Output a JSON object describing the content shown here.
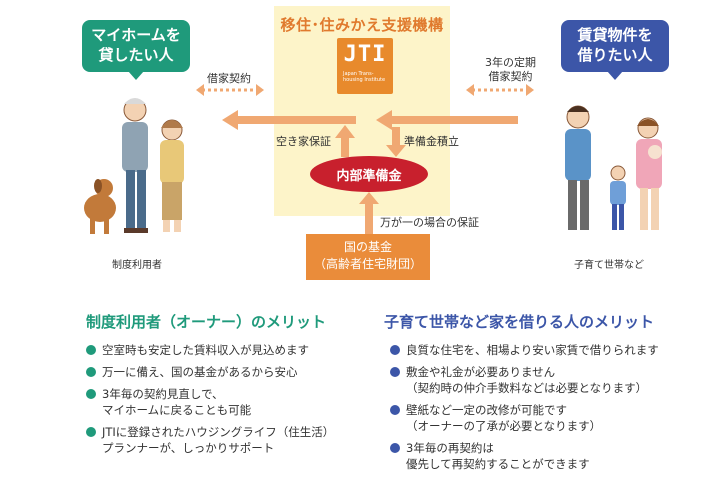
{
  "center": {
    "title": "移住･住みかえ支援機構",
    "logo_text": "JTI",
    "logo_subtext": "Japan Trans-housing Institute",
    "reserve_label": "内部準備金",
    "fund_line1": "国の基金",
    "fund_line2": "（高齢者住宅財団）"
  },
  "owner": {
    "bubble_line1": "マイホームを",
    "bubble_line2": "貸したい人",
    "caption": "制度利用者"
  },
  "renter": {
    "bubble_line1": "賃貸物件を",
    "bubble_line2": "借りたい人",
    "caption": "子育て世帯など"
  },
  "flows": {
    "lease_contract": "借家契約",
    "fixed_term_line1": "3年の定期",
    "fixed_term_line2": "借家契約",
    "vacancy_guarantee": "空き家保証",
    "reserve_accumulation": "準備金積立",
    "emergency_guarantee": "万が一の場合の保証"
  },
  "owner_merits": {
    "title": "制度利用者（オーナー）のメリット",
    "items": [
      "空室時も安定した賃料収入が見込めます",
      "万一に備え、国の基金があるから安心",
      "3年毎の契約見直しで、\nマイホームに戻ることも可能",
      "JTIに登録されたハウジングライフ（住生活）\nプランナーが、しっかりサポート"
    ]
  },
  "renter_merits": {
    "title": "子育て世帯など家を借りる人のメリット",
    "items": [
      "良質な住宅を、相場より安い家賃で借りられます",
      "敷金や礼金が必要ありません\n（契約時の仲介手数料などは必要となります）",
      "壁紙など一定の改修が可能です\n（オーナーの了承が必要となります）",
      "3年毎の再契約は\n優先して再契約することができます"
    ]
  },
  "colors": {
    "owner": "#1f9a7b",
    "renter": "#3c56a8",
    "orange": "#e88a2c",
    "arrow": "#f0a872",
    "reserve": "#c8202d",
    "center_bg": "#fdf4c9"
  },
  "illustration_icons": [
    "couple-icon",
    "dog-icon",
    "family-icon"
  ]
}
